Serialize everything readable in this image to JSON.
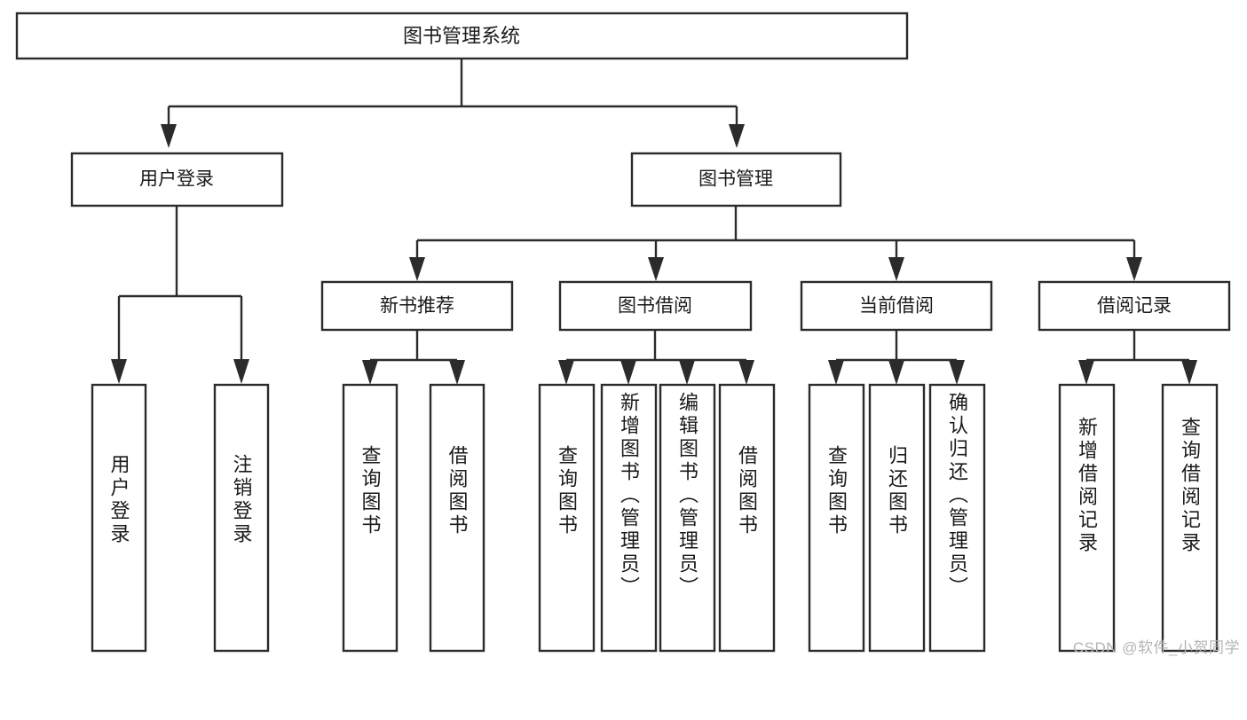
{
  "diagram": {
    "type": "hierarchy-tree",
    "title": "图书管理系统",
    "watermark": "CSDN @软件_小贺同学",
    "colors": {
      "stroke": "#2b2b2b",
      "fill": "#ffffff",
      "text": "#1a1a1a",
      "watermark": "#b4b4b4",
      "background": "#ffffff"
    },
    "root": {
      "label": "图书管理系统"
    },
    "level2": [
      {
        "label": "用户登录"
      },
      {
        "label": "图书管理"
      }
    ],
    "level3": [
      {
        "label": "新书推荐"
      },
      {
        "label": "图书借阅"
      },
      {
        "label": "当前借阅"
      },
      {
        "label": "借阅记录"
      }
    ],
    "leaves": {
      "user_login": [
        {
          "label": "用户登录"
        },
        {
          "label": "注销登录"
        }
      ],
      "new_book": [
        {
          "label": "查询图书"
        },
        {
          "label": "借阅图书"
        }
      ],
      "book_borrow": [
        {
          "label": "查询图书"
        },
        {
          "label": "新增图书（管理员）"
        },
        {
          "label": "编辑图书（管理员）"
        },
        {
          "label": "借阅图书"
        }
      ],
      "current_borrow": [
        {
          "label": "查询图书"
        },
        {
          "label": "归还图书"
        },
        {
          "label": "确认归还（管理员）"
        }
      ],
      "borrow_record": [
        {
          "label": "新增借阅记录"
        },
        {
          "label": "查询借阅记录"
        }
      ]
    }
  }
}
